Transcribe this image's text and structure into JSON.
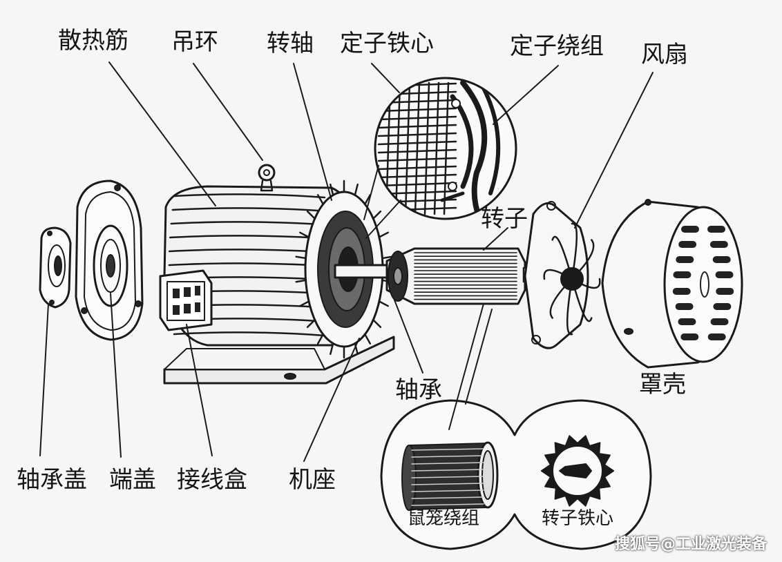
{
  "labels": {
    "cooling_fins": "散热筋",
    "lifting_ring": "吊环",
    "shaft": "转轴",
    "stator_core": "定子铁心",
    "stator_winding": "定子绕组",
    "fan": "风扇",
    "rotor": "转子",
    "fan_cover": "罩壳",
    "bearing": "轴承",
    "bearing_cap": "轴承盖",
    "end_cover": "端盖",
    "terminal_box": "接线盒",
    "frame": "机座",
    "squirrel_cage": "鼠笼绕组",
    "rotor_core": "转子铁心"
  },
  "watermark": "搜狐号@工业激光装备"
}
